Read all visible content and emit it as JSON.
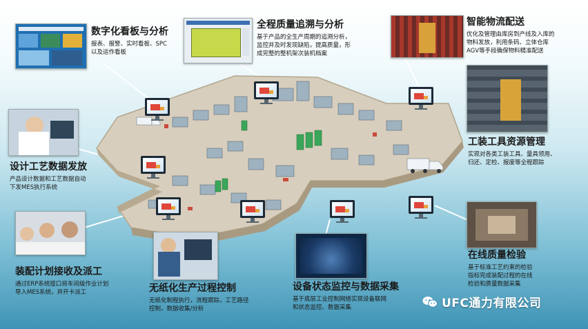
{
  "brand": {
    "name": "UFC通力有限公司"
  },
  "modules": [
    {
      "key": "dashboard",
      "title": "数字化看板与分析",
      "desc": [
        "报表、报警、实时看板、SPC",
        "以及运作看板"
      ]
    },
    {
      "key": "quality_trace",
      "title": "全程质量追溯与分析",
      "desc": [
        "基于产品的全生产周期的追溯分析，",
        "监控并及时发现缺陷，提高质量，形",
        "成完整的整机架次装机档案"
      ]
    },
    {
      "key": "logistics",
      "title": "智能物流配送",
      "desc": [
        "优化及管理由库房到产线及入库的",
        "物料发放，利用条码、立体仓库",
        "AGV等手段确保物料精准配送"
      ]
    },
    {
      "key": "tooling",
      "title": "工装工具资源管理",
      "desc": [
        "实现对各类工装工具、量具领用、",
        "归还、定检、报废等全程跟踪"
      ]
    },
    {
      "key": "design",
      "title": "设计工艺数据发放",
      "desc": [
        "产品设计数据和工艺数据自动",
        "下发MES执行系统"
      ]
    },
    {
      "key": "assembly_plan",
      "title": "装配计划接收及派工",
      "desc": [
        "通过ERP系统接口将车间级作业计划",
        "导入MES系统，并开卡派工"
      ]
    },
    {
      "key": "paperless",
      "title": "无纸化生产过程控制",
      "desc": [
        "无纸化制程执行，流程跟踪，工艺路径",
        "控制，数据收集/分析"
      ]
    },
    {
      "key": "equipment",
      "title": "设备状态监控与数据采集",
      "desc": [
        "基于底层工业控制网络实现设备联网",
        "和状态监控、数据采集"
      ]
    },
    {
      "key": "online_qc",
      "title": "在线质量检验",
      "desc": [
        "基于标准工艺约束的检验",
        "指标完成装配过程的在线",
        "检验和质量数据采集"
      ]
    }
  ],
  "colors": {
    "accent": "#2b8fb5",
    "floor": "#d9cfbe",
    "floorEdge": "#b3a78f",
    "wire": "#ffffff"
  }
}
